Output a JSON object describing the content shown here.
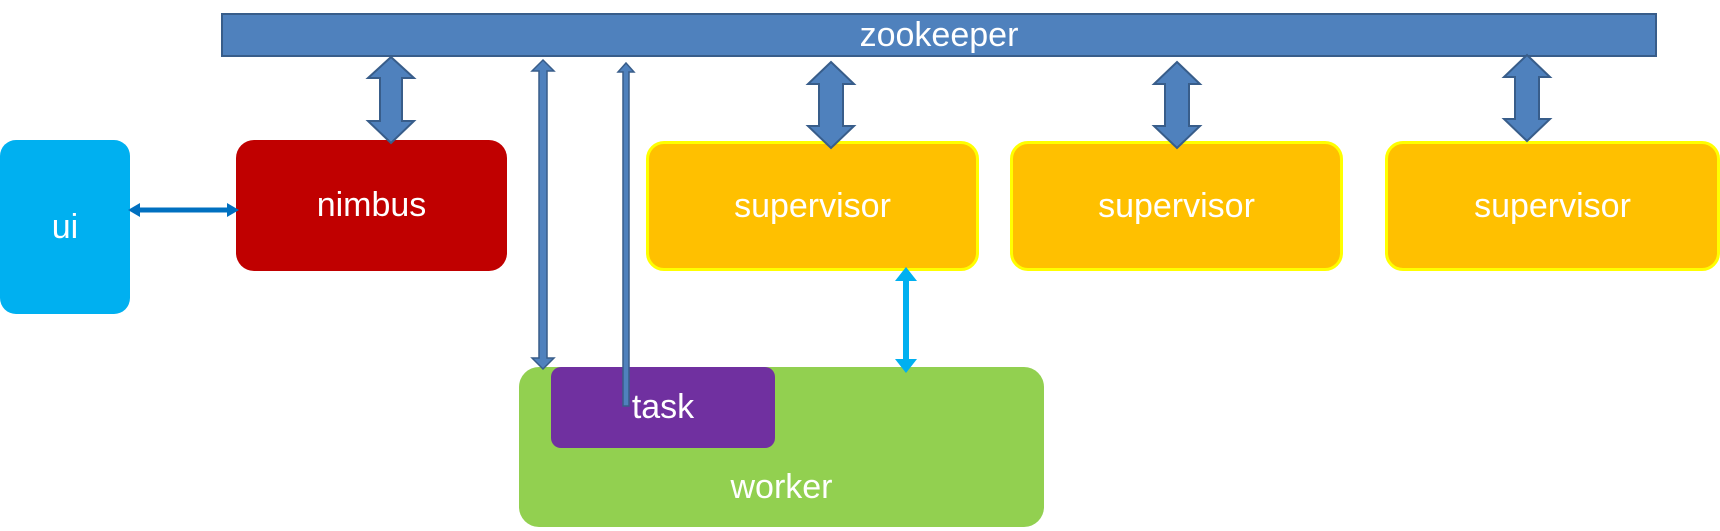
{
  "diagram": {
    "zookeeper_label": "zookeeper",
    "ui_label": "ui",
    "nimbus_label": "nimbus",
    "supervisors": [
      "supervisor",
      "supervisor",
      "supervisor"
    ],
    "task_label": "task",
    "worker_label": "worker"
  },
  "colors": {
    "zookeeper": "#4f81bd",
    "ui": "#00b0f0",
    "nimbus": "#c00000",
    "supervisor": "#ffc000",
    "supervisor_border": "#ffff00",
    "worker": "#92d050",
    "task": "#7030a0",
    "arrow": "#4f81bd",
    "arrow_outline": "#385d8a",
    "link_arrow": "#00b0f0",
    "ui_link": "#0070c0"
  }
}
